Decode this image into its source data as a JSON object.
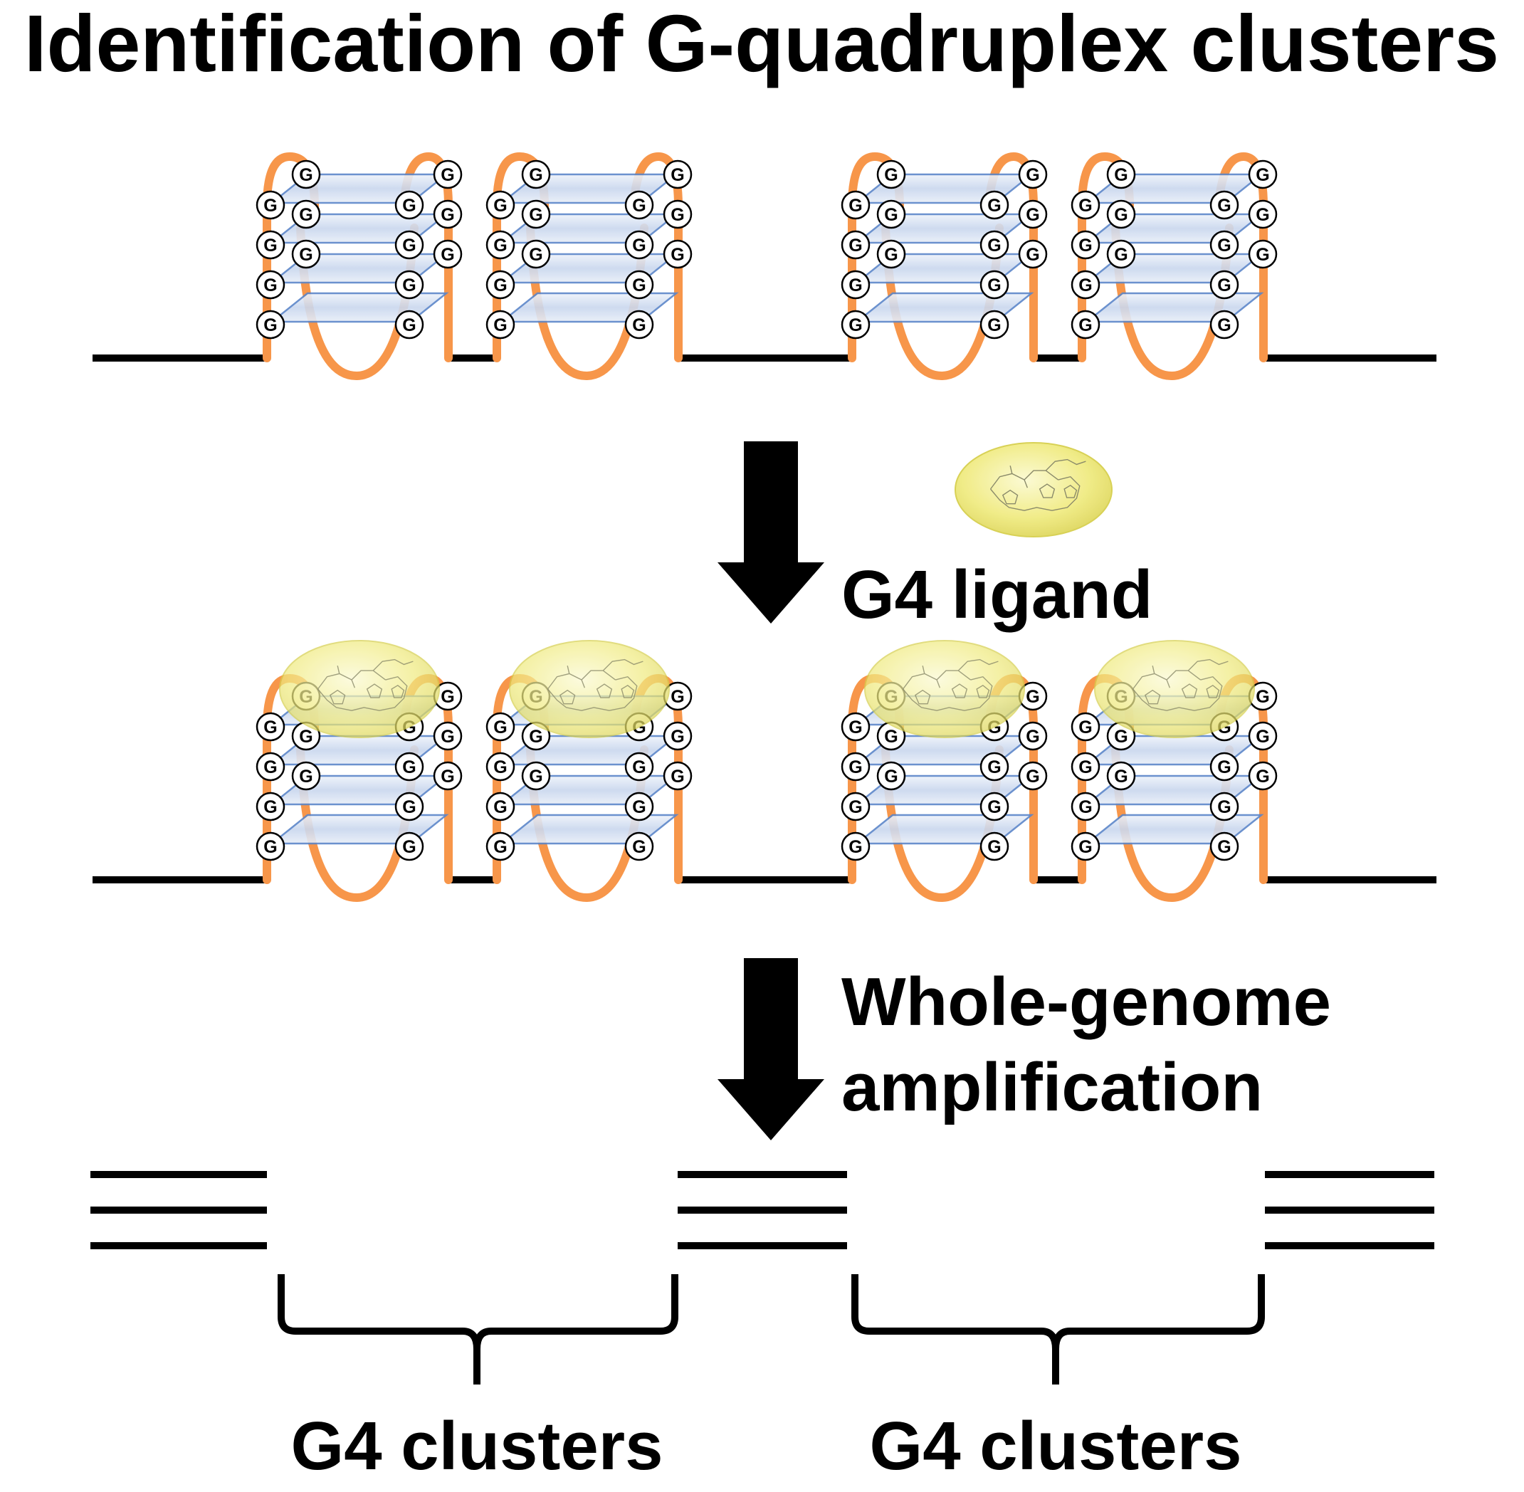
{
  "title": "Identification of G-quadruplex clusters",
  "steps": {
    "ligand_label": "G4 ligand",
    "amplification_label_line1": "Whole-genome",
    "amplification_label_line2": "amplification"
  },
  "quadruplex": {
    "base_letter": "G",
    "count_per_row": 4,
    "layers_per_quadruplex": 4
  },
  "clusters": [
    {
      "label": "G4 clusters"
    },
    {
      "label": "G4 clusters"
    }
  ],
  "colors": {
    "loop": "#f7964a",
    "strand": "#000000",
    "tetrad": "#bfd0ea",
    "tetrad_edge": "#5b86c9",
    "ligand": "#f3ef8c",
    "ligand_edge": "#d6cf4e"
  },
  "icons": {
    "arrow": "down-arrow-icon",
    "ligand": "ligand-molecule-icon",
    "brace": "curly-brace-icon"
  }
}
